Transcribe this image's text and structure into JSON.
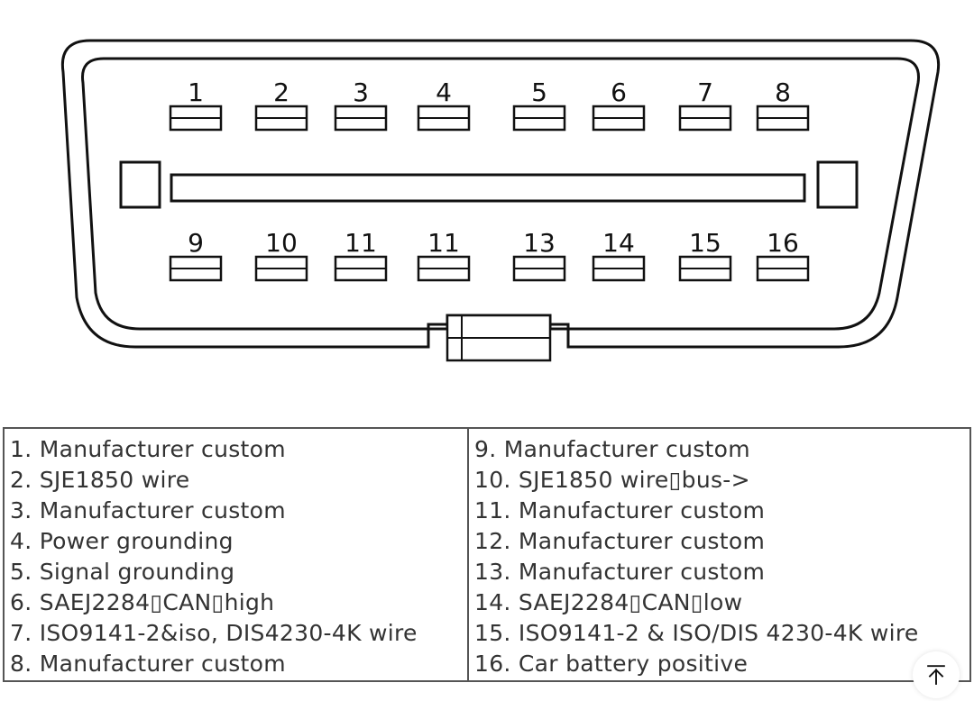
{
  "connector": {
    "top_pins": [
      "1",
      "2",
      "3",
      "4",
      "5",
      "6",
      "7",
      "8"
    ],
    "bottom_pins": [
      "9",
      "10",
      "11",
      "11",
      "13",
      "14",
      "15",
      "16"
    ]
  },
  "table": {
    "left": [
      "1. Manufacturer custom",
      "2. SJE1850 wire",
      "3. Manufacturer custom",
      "4. Power grounding",
      "5. Signal grounding",
      "6. SAEJ2284▯CAN▯high",
      "7. ISO9141-2&iso, DIS4230-4K wire",
      "8. Manufacturer custom"
    ],
    "right": [
      "9. Manufacturer custom",
      "10. SJE1850 wire▯bus->",
      "11. Manufacturer custom",
      "12. Manufacturer custom",
      "13. Manufacturer custom",
      "14. SAEJ2284▯CAN▯low",
      "15. ISO9141-2 & ISO/DIS 4230-4K wire",
      "16. Car battery positive"
    ]
  },
  "scroll_top": {
    "icon": "arrow-up-to-line-icon"
  }
}
